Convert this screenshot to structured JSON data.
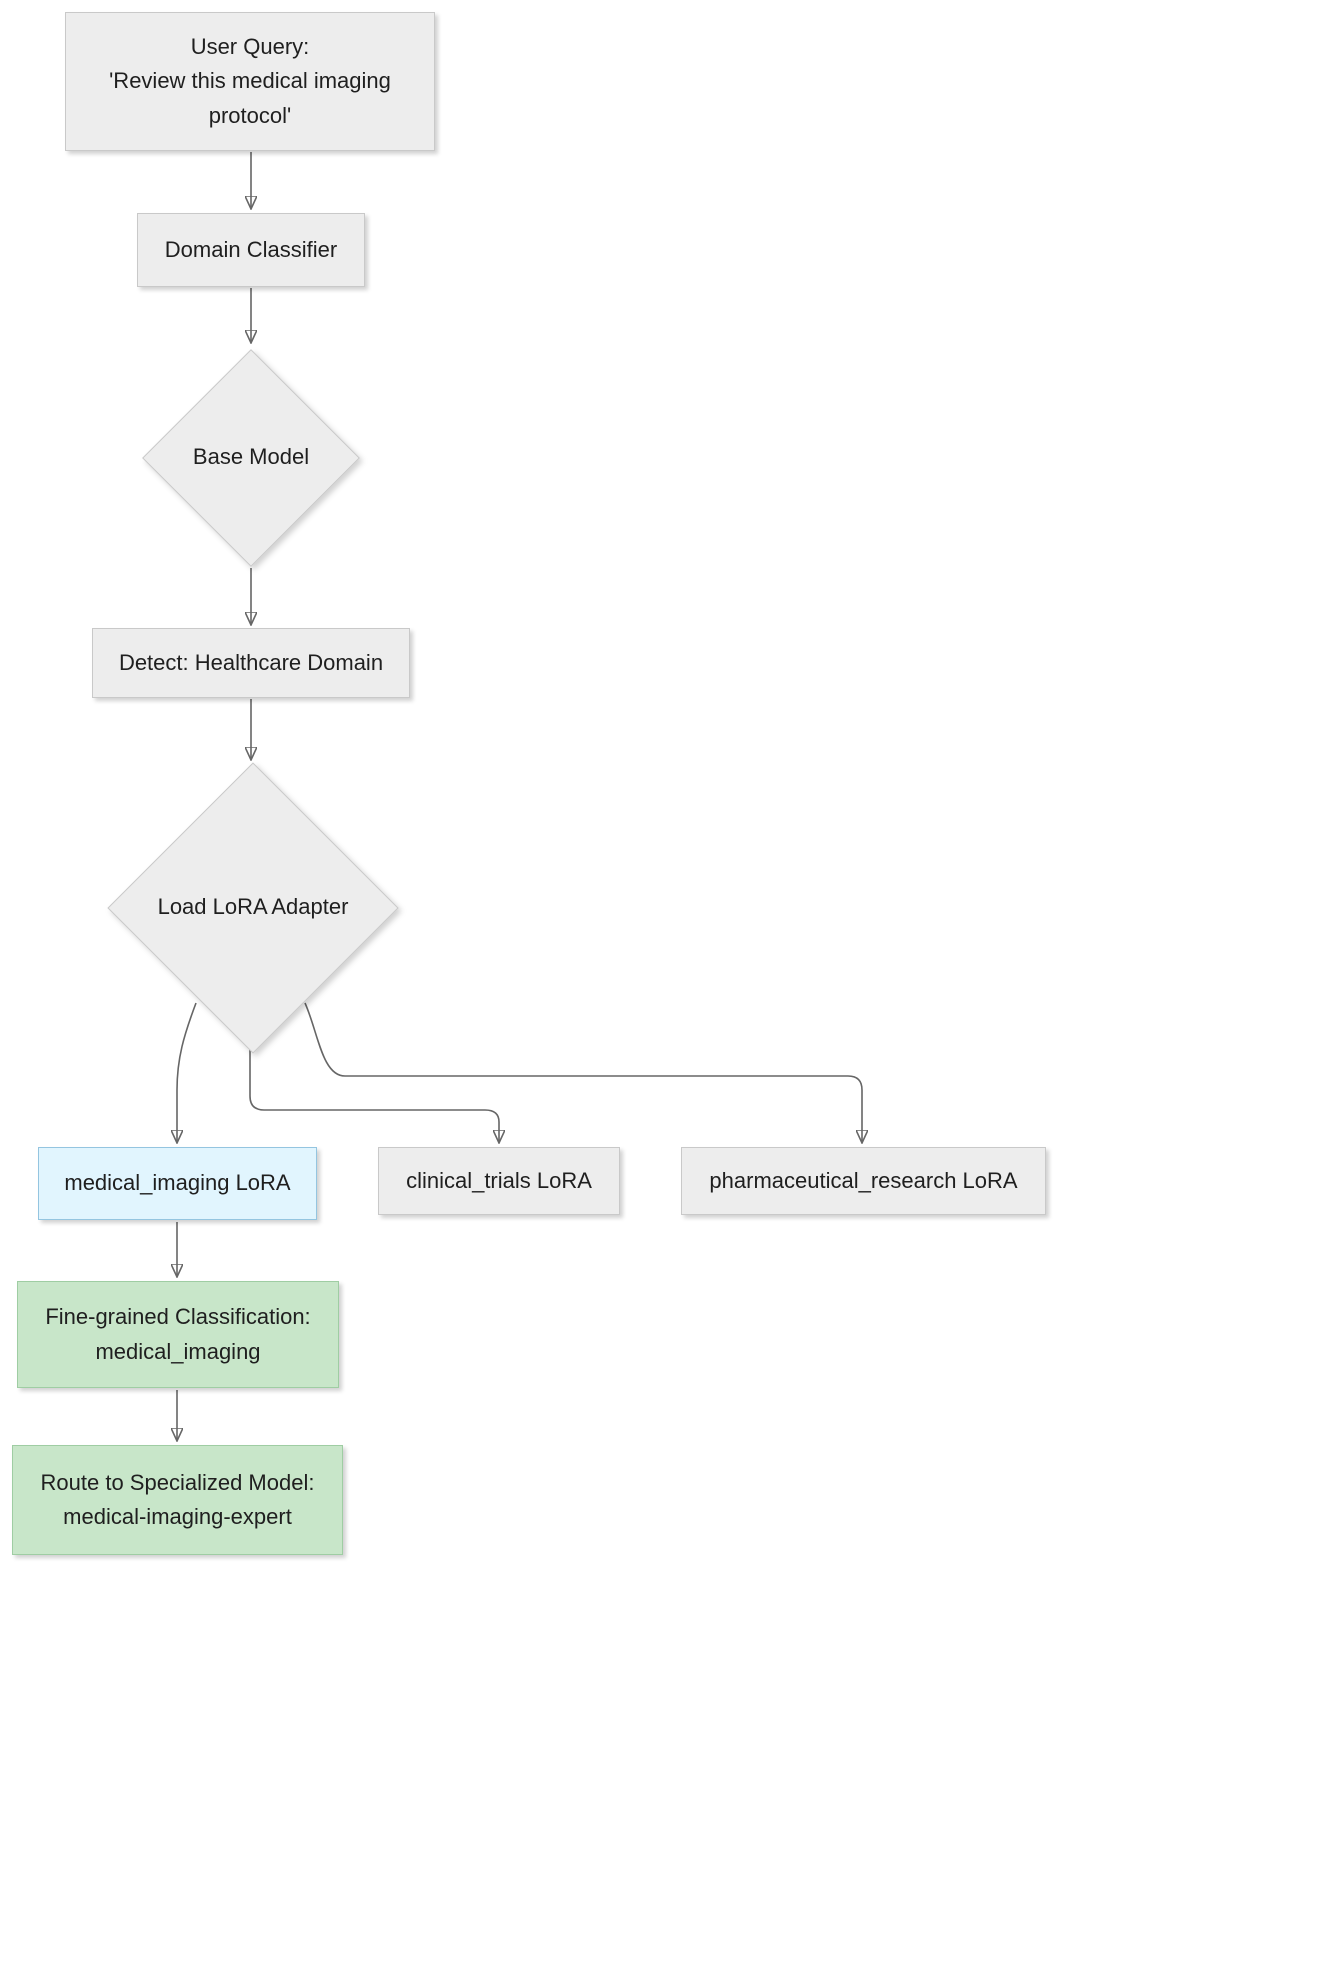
{
  "diagram": {
    "type": "flowchart",
    "direction": "top-down",
    "nodes": {
      "user_query": {
        "label": "User Query:\n'Review this medical imaging\nprotocol'",
        "shape": "rect",
        "style": "default"
      },
      "domain_classifier": {
        "label": "Domain Classifier",
        "shape": "rect",
        "style": "default"
      },
      "base_model": {
        "label": "Base Model",
        "shape": "diamond",
        "style": "default"
      },
      "detect": {
        "label": "Detect: Healthcare Domain",
        "shape": "rect",
        "style": "default"
      },
      "load_lora": {
        "label": "Load LoRA Adapter",
        "shape": "diamond",
        "style": "default"
      },
      "medical_imaging_lora": {
        "label": "medical_imaging LoRA",
        "shape": "rect",
        "style": "highlight-blue"
      },
      "clinical_trials_lora": {
        "label": "clinical_trials LoRA",
        "shape": "rect",
        "style": "default"
      },
      "pharmaceutical_research_lora": {
        "label": "pharmaceutical_research LoRA",
        "shape": "rect",
        "style": "default"
      },
      "fine_grained": {
        "label": "Fine-grained Classification:\nmedical_imaging",
        "shape": "rect",
        "style": "highlight-green"
      },
      "route": {
        "label": "Route to Specialized Model:\nmedical-imaging-expert",
        "shape": "rect",
        "style": "highlight-green"
      }
    },
    "edges": [
      {
        "from": "user_query",
        "to": "domain_classifier"
      },
      {
        "from": "domain_classifier",
        "to": "base_model"
      },
      {
        "from": "base_model",
        "to": "detect"
      },
      {
        "from": "detect",
        "to": "load_lora"
      },
      {
        "from": "load_lora",
        "to": "medical_imaging_lora"
      },
      {
        "from": "load_lora",
        "to": "clinical_trials_lora"
      },
      {
        "from": "load_lora",
        "to": "pharmaceutical_research_lora"
      },
      {
        "from": "medical_imaging_lora",
        "to": "fine_grained"
      },
      {
        "from": "fine_grained",
        "to": "route"
      }
    ],
    "colors": {
      "node_fill": "#ededed",
      "node_border": "#c9c9c9",
      "highlight_blue_fill": "#e1f5fe",
      "highlight_blue_border": "#94c5e0",
      "highlight_green_fill": "#c8e6c9",
      "highlight_green_border": "#9fcda3",
      "arrow": "#666666",
      "background": "#ffffff"
    }
  }
}
